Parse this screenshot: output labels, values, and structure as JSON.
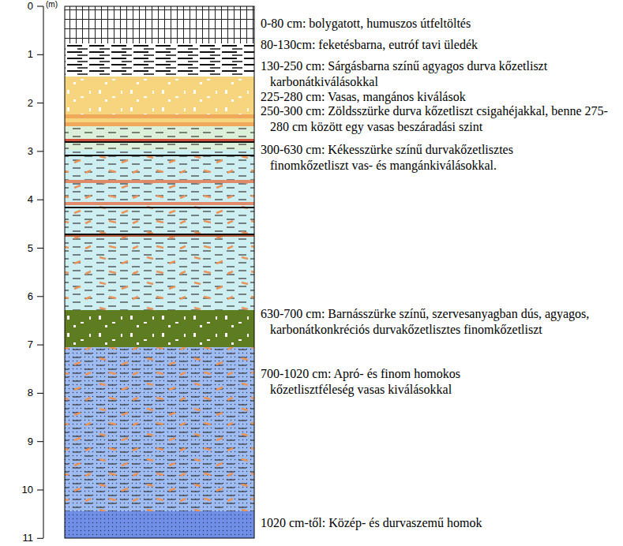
{
  "diagram": {
    "labels": [
      "(m)",
      "0",
      "1",
      "2",
      "3",
      "4",
      "5",
      "6",
      "7",
      "8",
      "9",
      "10",
      "11",
      "0-80 cm: bolygatott, humuszos útfeltöltés",
      "80-130cm: feketésbarna, eutróf tavi üledék",
      "130-250 cm: Sárgásbarna színű agyagos durva kőzetliszt karbonátkiválásokkal",
      "225-280 cm: Vasas, mangános kiválások",
      "250-300 cm: Zöldsszürke durva kőzetliszt csigahéjakkal, benne 275-280 cm között egy vasas beszáradási szint",
      "300-630 cm: Kékesszürke színű durvakőzetlisztes finomkőzetliszt vas- és mangánkiválásokkal.",
      "630-700 cm: Barnásszürke színű, szervesanyagban dús, agyagos, karbonátkonkréciós durvakőzetlisztes finomkőzetliszt",
      "700-1020 cm: Apró- és finom homokos kőzetlisztféleség vasas kiválásokkal",
      "1020 cm-től: Közép- és durvaszemű homok"
    ]
  }
}
